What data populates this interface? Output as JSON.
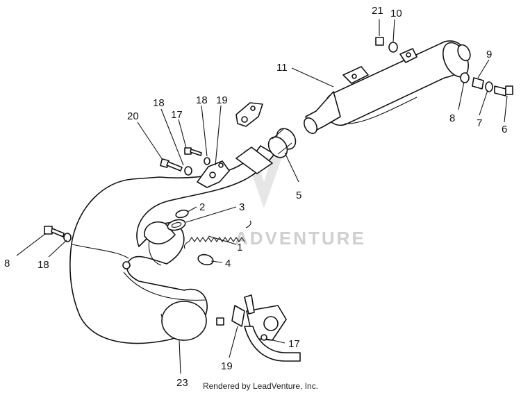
{
  "diagram": {
    "callouts": {
      "c1": "1",
      "c2": "2",
      "c3": "3",
      "c4": "4",
      "c5": "5",
      "c6": "6",
      "c7": "7",
      "c8a": "8",
      "c8b": "8",
      "c9": "9",
      "c10": "10",
      "c11": "11",
      "c17a": "17",
      "c17b": "17",
      "c18a": "18",
      "c18b": "18",
      "c18c": "18",
      "c19a": "19",
      "c19b": "19",
      "c20": "20",
      "c21": "21",
      "c23": "23"
    },
    "watermark": "ADVENTURE"
  },
  "footer": {
    "credit": "Rendered by LeadVenture, Inc."
  }
}
